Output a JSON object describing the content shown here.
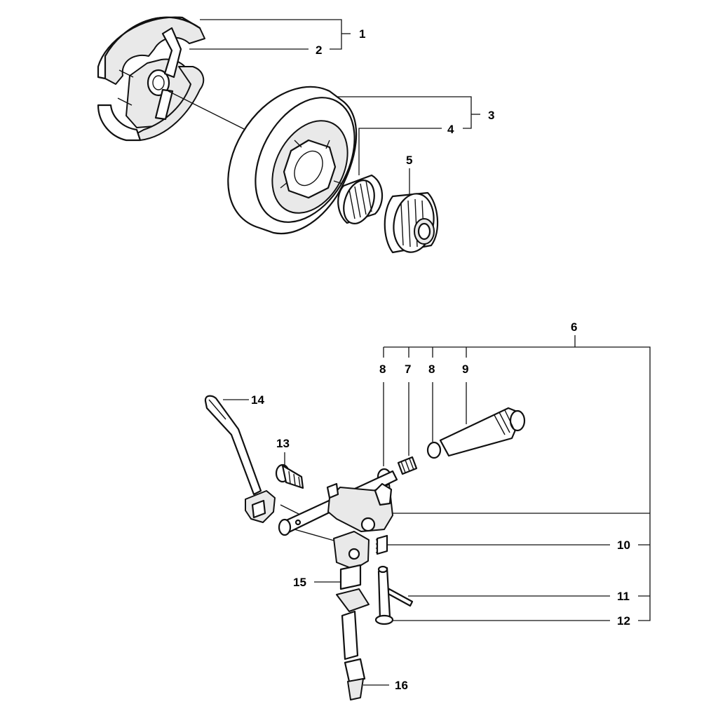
{
  "callouts": [
    {
      "id": "c1",
      "label": "1"
    },
    {
      "id": "c2",
      "label": "2"
    },
    {
      "id": "c3",
      "label": "3"
    },
    {
      "id": "c4",
      "label": "4"
    },
    {
      "id": "c5",
      "label": "5"
    },
    {
      "id": "c6",
      "label": "6"
    },
    {
      "id": "c7",
      "label": "7"
    },
    {
      "id": "c8a",
      "label": "8"
    },
    {
      "id": "c8b",
      "label": "8"
    },
    {
      "id": "c9",
      "label": "9"
    },
    {
      "id": "c10",
      "label": "10"
    },
    {
      "id": "c11",
      "label": "11"
    },
    {
      "id": "c12",
      "label": "12"
    },
    {
      "id": "c13",
      "label": "13"
    },
    {
      "id": "c14",
      "label": "14"
    },
    {
      "id": "c15",
      "label": "15"
    },
    {
      "id": "c16",
      "label": "16"
    }
  ],
  "colors": {
    "line": "#111111",
    "background": "#ffffff",
    "shade": "#e9e9e9"
  }
}
